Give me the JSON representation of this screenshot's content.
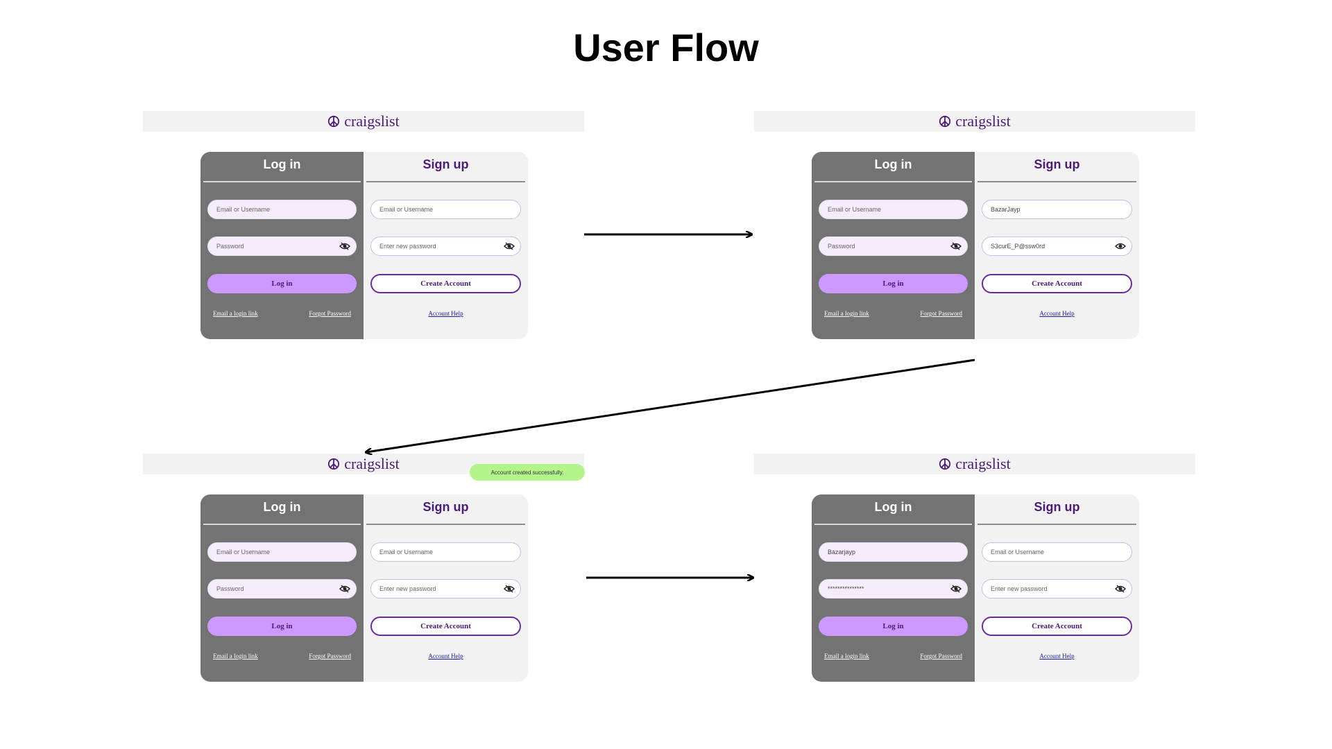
{
  "title": "User Flow",
  "logo_text": "craigslist",
  "panels": [
    {
      "login": {
        "title": "Log in",
        "username": "Email or Username",
        "password": "Password",
        "button": "Log in",
        "link_email": "Email a login link",
        "link_forgot": "Forgot Password"
      },
      "signup": {
        "title": "Sign up",
        "username": "Email or Username",
        "password": "Enter new password",
        "button": "Create Account",
        "link_help": "Account Help"
      }
    },
    {
      "login": {
        "title": "Log in",
        "username": "Email or Username",
        "password": "Password",
        "button": "Log in",
        "link_email": "Email a login link",
        "link_forgot": "Forgot Password"
      },
      "signup": {
        "title": "Sign up",
        "username": "BazarJayp",
        "password": "S3curE_P@ssw0rd",
        "button": "Create Account",
        "link_help": "Account Help"
      }
    },
    {
      "login": {
        "title": "Log in",
        "username": "Email or Username",
        "password": "Password",
        "button": "Log in",
        "link_email": "Email a login link",
        "link_forgot": "Forgot Password"
      },
      "signup": {
        "title": "Sign up",
        "username": "Email or Username",
        "password": "Enter new password",
        "button": "Create Account",
        "link_help": "Account Help"
      }
    },
    {
      "login": {
        "title": "Log in",
        "username": "Bazarjayp",
        "password": "***************",
        "button": "Log in",
        "link_email": "Email a login link",
        "link_forgot": "Forgot Password"
      },
      "signup": {
        "title": "Sign up",
        "username": "Email or Username",
        "password": "Enter new password",
        "button": "Create Account",
        "link_help": "Account Help"
      }
    }
  ],
  "toast": "Account created successfully.",
  "colors": {
    "login_bg": "#737373",
    "signup_bg": "#f2f2f2",
    "brand_purple": "#4b1b7a",
    "login_button": "#cc99ff",
    "toast_bg": "#b3f58a",
    "link_blue": "#1a1aa6"
  },
  "icons": [
    "peace-icon",
    "eye-icon",
    "arrow-right",
    "arrow-diagonal"
  ]
}
